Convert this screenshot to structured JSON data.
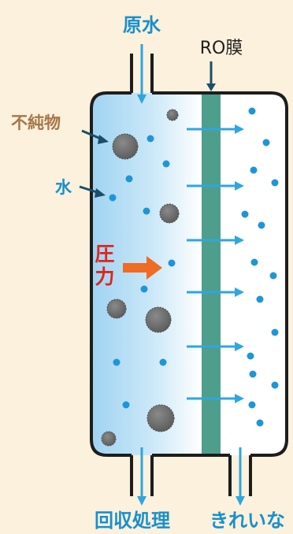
{
  "labels": {
    "raw_water": "原水",
    "membrane": "RO膜",
    "impurities": "不純物",
    "water": "水",
    "pressure": "圧力",
    "concentrate": "回収処理",
    "permeate": "きれいな"
  },
  "colors": {
    "background": "#fbf1dc",
    "vessel_outline": "#1d1d1d",
    "feed_water_top": "#9ed2f0",
    "membrane": "#4e9e8c",
    "water_dot": "#1e96d6",
    "flow_arrow": "#2ea6e0",
    "label_blue": "#1a8fcc",
    "label_brown": "#a77749",
    "label_dark": "#1f1f1f",
    "pressure_red": "#e0241b",
    "pressure_arrow": "#f06b23",
    "impurity": "#6e6e6e",
    "pointer": "#1c4e6a"
  }
}
